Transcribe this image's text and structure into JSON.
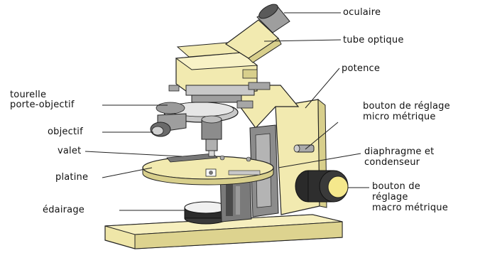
{
  "labels": {
    "oculaire": "oculaire",
    "tube_optique": "tube optique",
    "potence": "potence",
    "tourelle_line1": "tourelle",
    "tourelle_line2": "porte-objectif",
    "bouton_micro_line1": "bouton de réglage",
    "bouton_micro_line2": "micro métrique",
    "objectif": "objectif",
    "valet": "valet",
    "diaphragme_line1": "diaphragme et",
    "diaphragme_line2": "condenseur",
    "platine": "platine",
    "bouton_macro_line1": "bouton de",
    "bouton_macro_line2": "réglage",
    "bouton_macro_line3": "macro métrique",
    "eclairage": "édairage"
  },
  "colors": {
    "body": "#f2eab0",
    "body_shadow": "#d8cf8c",
    "metal_dark": "#5a5a5a",
    "metal_light": "#c8c8c8",
    "knob": "#2a2a2a",
    "knob_tip": "#f5e88c",
    "outline": "#222222",
    "label_text": "#111111"
  }
}
